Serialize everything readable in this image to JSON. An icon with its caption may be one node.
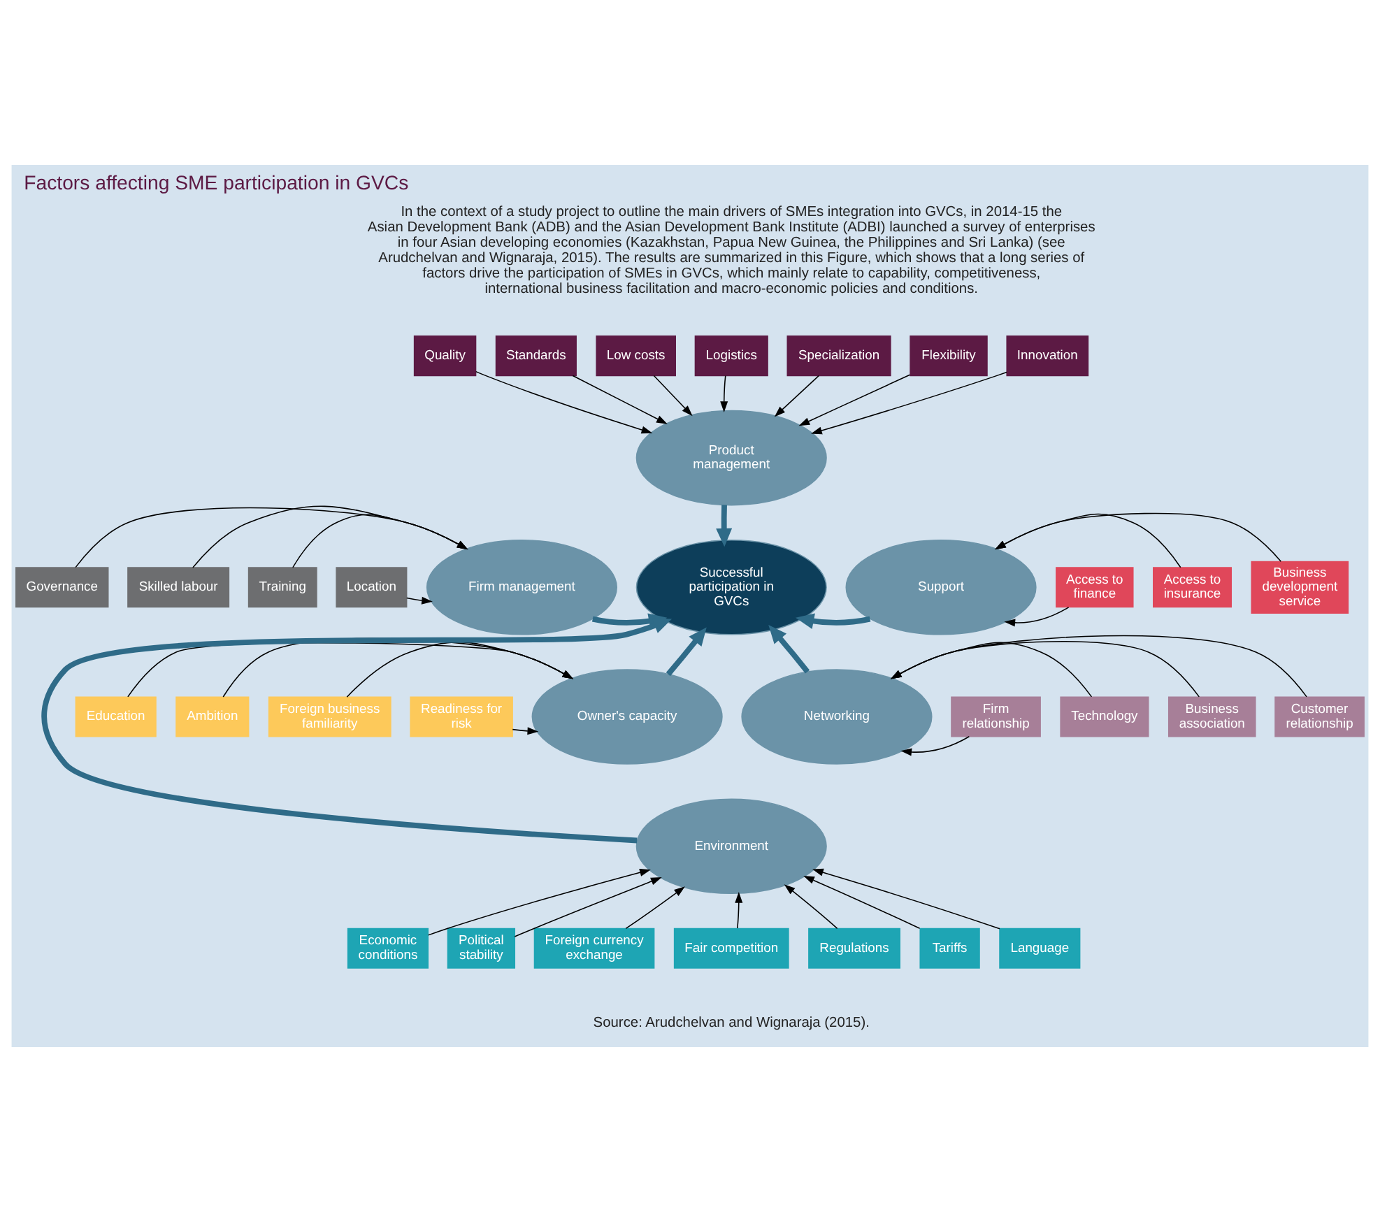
{
  "diagram": {
    "title": "Factors affecting SME participation in GVCs",
    "nodes": [
      {
        "text": [
          "Quality"
        ]
      },
      {
        "text": [
          "Standards"
        ]
      },
      {
        "text": [
          "Low costs"
        ]
      },
      {
        "text": [
          "Logistics"
        ]
      },
      {
        "text": [
          "Specialization"
        ]
      },
      {
        "text": [
          "Flexibility"
        ]
      },
      {
        "text": [
          "Innovation"
        ]
      },
      {
        "text": [
          "Governance"
        ]
      },
      {
        "text": [
          "Skilled labour"
        ]
      },
      {
        "text": [
          "Training"
        ]
      },
      {
        "text": [
          "Location"
        ]
      },
      {
        "text": [
          "Access to finance"
        ]
      },
      {
        "text": [
          "Access to insurance"
        ]
      },
      {
        "text": [
          "Business development service"
        ]
      },
      {
        "text": [
          "Product management"
        ]
      },
      {
        "text": [
          "Firm management"
        ]
      },
      {
        "text": [
          "Support"
        ]
      },
      {
        "text": [
          "Successful participation in GVCs"
        ]
      },
      {
        "text": [
          "Education"
        ]
      },
      {
        "text": [
          "Ambition"
        ]
      },
      {
        "text": [
          "Foreign business familiarity"
        ]
      },
      {
        "text": [
          "Readiness for risk"
        ]
      },
      {
        "text": [
          "Owner's capacity"
        ]
      },
      {
        "text": [
          "Networking"
        ]
      },
      {
        "text": [
          "Firm relationship"
        ]
      },
      {
        "text": [
          "Technology"
        ]
      },
      {
        "text": [
          "Business association"
        ]
      },
      {
        "text": [
          "Customer relationship"
        ]
      },
      {
        "text": [
          "Environment"
        ]
      },
      {
        "text": [
          "Economic conditions"
        ]
      },
      {
        "text": [
          "Political stability"
        ]
      },
      {
        "text": [
          "Foreign currency exchange"
        ]
      },
      {
        "text": [
          "Fair competition"
        ]
      },
      {
        "text": [
          "Regulations"
        ]
      },
      {
        "text": [
          "Tariffs"
        ]
      },
      {
        "text": [
          "Language"
        ]
      }
    ],
    "edges": [
      {
        "from": 0,
        "to": 14,
        "arrow": "to"
      },
      {
        "from": 1,
        "to": 14,
        "arrow": "to"
      },
      {
        "from": 2,
        "to": 14,
        "arrow": "to"
      },
      {
        "from": 3,
        "to": 14,
        "arrow": "to"
      },
      {
        "from": 4,
        "to": 14,
        "arrow": "to"
      },
      {
        "from": 5,
        "to": 14,
        "arrow": "to"
      },
      {
        "from": 6,
        "to": 14,
        "arrow": "to"
      },
      {
        "from": 7,
        "to": 15,
        "arrow": "to"
      },
      {
        "from": 8,
        "to": 15,
        "arrow": "to"
      },
      {
        "from": 9,
        "to": 15,
        "arrow": "to"
      },
      {
        "from": 10,
        "to": 15,
        "arrow": "to"
      },
      {
        "from": 11,
        "to": 16,
        "arrow": "to"
      },
      {
        "from": 12,
        "to": 16,
        "arrow": "to"
      },
      {
        "from": 13,
        "to": 16,
        "arrow": "to"
      },
      {
        "from": 18,
        "to": 22,
        "arrow": "to"
      },
      {
        "from": 19,
        "to": 22,
        "arrow": "to"
      },
      {
        "from": 20,
        "to": 22,
        "arrow": "to"
      },
      {
        "from": 21,
        "to": 22,
        "arrow": "to"
      },
      {
        "from": 24,
        "to": 23,
        "arrow": "to"
      },
      {
        "from": 25,
        "to": 23,
        "arrow": "to"
      },
      {
        "from": 26,
        "to": 23,
        "arrow": "to"
      },
      {
        "from": 27,
        "to": 23,
        "arrow": "to"
      },
      {
        "from": 29,
        "to": 28,
        "arrow": "to"
      },
      {
        "from": 30,
        "to": 28,
        "arrow": "to"
      },
      {
        "from": 31,
        "to": 28,
        "arrow": "to"
      },
      {
        "from": 32,
        "to": 28,
        "arrow": "to"
      },
      {
        "from": 33,
        "to": 28,
        "arrow": "to"
      },
      {
        "from": 34,
        "to": 28,
        "arrow": "to"
      },
      {
        "from": 35,
        "to": 28,
        "arrow": "to"
      },
      {
        "from": 14,
        "to": 17,
        "arrow": "to",
        "style": "thick",
        "color": "#2f6b88"
      },
      {
        "from": 15,
        "to": 17,
        "arrow": "to",
        "style": "thick",
        "color": "#2f6b88"
      },
      {
        "from": 16,
        "to": 17,
        "arrow": "to",
        "style": "thick",
        "color": "#2f6b88"
      },
      {
        "from": 22,
        "to": 17,
        "arrow": "to",
        "style": "thick",
        "color": "#2f6b88"
      },
      {
        "from": 23,
        "to": 17,
        "arrow": "to",
        "style": "thick",
        "color": "#2f6b88"
      },
      {
        "from": 28,
        "to": 17,
        "arrow": "to",
        "style": "thick",
        "color": "#2f6b88"
      }
    ],
    "labels": [
      "In the context of a study project to outline the main drivers of SMEs integration into GVCs, in 2014-15 the Asian Development Bank (ADB) and the Asian Development Bank Institute (ADBI) launched a survey of enterprises in four Asian developing economies (Kazakhstan, Papua New Guinea, the Philippines and Sri Lanka) (see Arudchelvan and Wignaraja, 2015). The results are summarized in this Figure, which shows that a long series of factors drive the participation of SMEs in GVCs, which mainly relate to capability, competitiveness, international business facilitation and macro-economic policies and conditions.",
      "Source: Arudchelvan and Wignaraja (2015)."
    ]
  }
}
